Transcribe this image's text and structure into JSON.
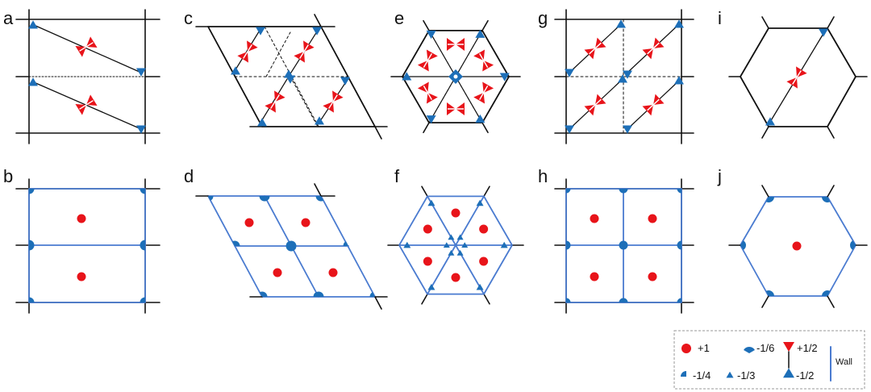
{
  "colors": {
    "positive": "#e8141a",
    "negative": "#1d6fb8",
    "wall": "#4a7bd0",
    "line": "#111111"
  },
  "panels": [
    {
      "id": "a",
      "label": "a"
    },
    {
      "id": "b",
      "label": "b"
    },
    {
      "id": "c",
      "label": "c"
    },
    {
      "id": "d",
      "label": "d"
    },
    {
      "id": "e",
      "label": "e"
    },
    {
      "id": "f",
      "label": "f"
    },
    {
      "id": "g",
      "label": "g"
    },
    {
      "id": "h",
      "label": "h"
    },
    {
      "id": "i",
      "label": "i"
    },
    {
      "id": "j",
      "label": "j"
    }
  ],
  "legend": {
    "items": [
      {
        "id": "plus1",
        "symbol": "red-dot",
        "label": "+1"
      },
      {
        "id": "minus16",
        "symbol": "blue-sixth-wedge",
        "label": "-1/6"
      },
      {
        "id": "plushalf",
        "symbol": "red-down-triangle",
        "label": "+1/2"
      },
      {
        "id": "minus14",
        "symbol": "blue-quarter-wedge",
        "label": "-1/4"
      },
      {
        "id": "minus13",
        "symbol": "blue-small-triangle",
        "label": "-1/3"
      },
      {
        "id": "minushalf",
        "symbol": "blue-up-triangle",
        "label": "-1/2"
      }
    ],
    "wall_label": "Wall"
  }
}
